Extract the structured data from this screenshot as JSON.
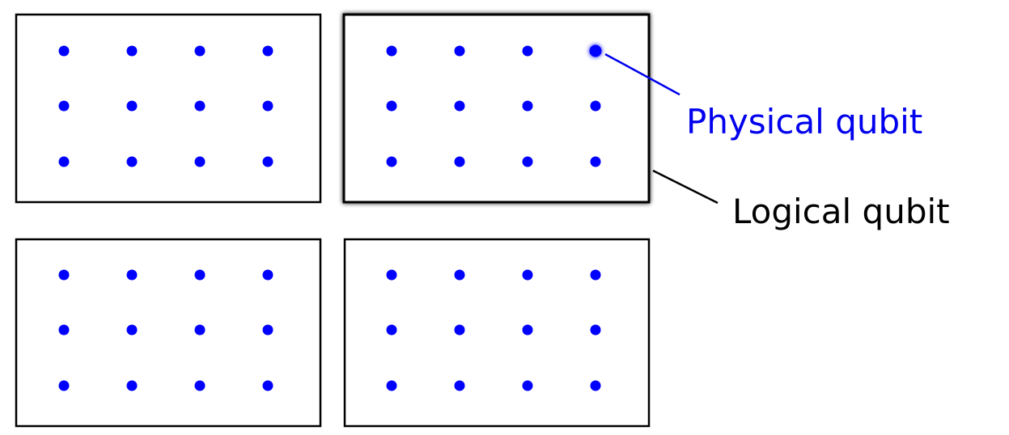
{
  "labels": {
    "physical": "Physical qubit",
    "logical": "Logical qubit"
  },
  "blocks": [
    {
      "name": "top-left",
      "highlighted": false,
      "qubit_rows": 3,
      "qubit_cols": 4
    },
    {
      "name": "top-right",
      "highlighted": true,
      "qubit_rows": 3,
      "qubit_cols": 4
    },
    {
      "name": "bottom-left",
      "highlighted": false,
      "qubit_rows": 3,
      "qubit_cols": 4
    },
    {
      "name": "bottom-right",
      "highlighted": false,
      "qubit_rows": 3,
      "qubit_cols": 4
    }
  ],
  "colors": {
    "qubit": "#0000ff",
    "physical_label": "#0000ee",
    "logical_label": "#000000",
    "block_border": "#000000"
  }
}
